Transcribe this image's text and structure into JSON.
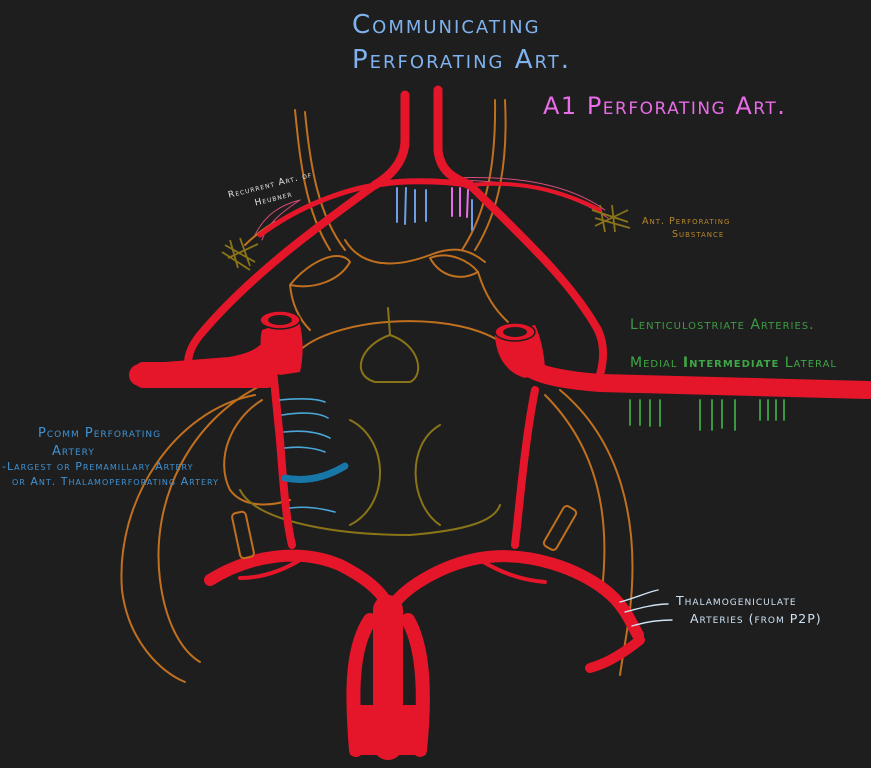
{
  "labels": {
    "communicating_perforating": {
      "line1": "Communicating",
      "line2": "Perforating Art."
    },
    "a1_perforating": "A1 Perforating Art.",
    "recurrent_artery": {
      "line1": "Recurrent Art. of",
      "line2": "Heubner"
    },
    "anterior_perforating": {
      "line1": "Ant. Perforating",
      "line2": "Substance"
    },
    "lenticulostriate": "Lenticulostriate Arteries.",
    "lenticulostriate_groups": {
      "medial": "Medial",
      "intermediate": "Intermediate",
      "lateral": "Lateral"
    },
    "pcomm_perforating": {
      "line1": "Pcomm Perforating",
      "line2": "Artery",
      "line3": "-Largest or Premamillary Artery",
      "line4": "or Ant. Thalamoperforating Artery"
    },
    "thalamogeniculate": {
      "line1": "Thalamogeniculate",
      "line2": "Arteries (from P2P)"
    }
  },
  "colors": {
    "background": "#1e1e1e",
    "artery_red": "#e5162a",
    "outline_orange": "#c0701e",
    "olive": "#8a7418",
    "perforator_blue": "#6f9ee8",
    "a1_pink": "#e96ce8",
    "lenticulo_green": "#3e9a46",
    "pcomm_blue": "#3f92d4",
    "pcomm_dark_blue": "#1677a8",
    "thalamo_light": "#cfe2f3"
  }
}
